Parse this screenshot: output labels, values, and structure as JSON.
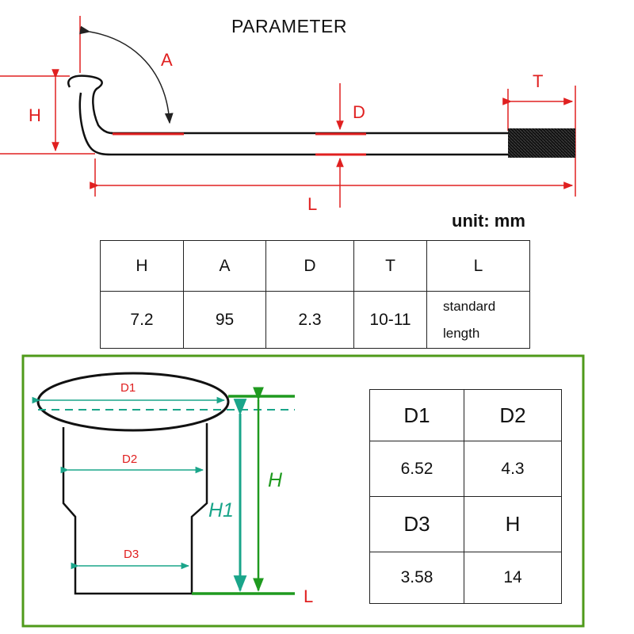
{
  "title": "PARAMETER",
  "unit_label": "unit: mm",
  "top_diagram": {
    "labels": {
      "A": "A",
      "H": "H",
      "D": "D",
      "T": "T",
      "L": "L"
    }
  },
  "spec_table": {
    "headers": [
      "H",
      "A",
      "D",
      "T",
      "L"
    ],
    "values": [
      "7.2",
      "95",
      "2.3",
      "10-11"
    ],
    "l_value_line1": "standard",
    "l_value_line2": "length"
  },
  "head_diagram": {
    "labels": {
      "D1": "D1",
      "D2": "D2",
      "D3": "D3",
      "H1": "H1",
      "H": "H",
      "L": "L"
    }
  },
  "dimension_table": {
    "row1_headers": [
      "D1",
      "D2"
    ],
    "row1_values": [
      "6.52",
      "4.3"
    ],
    "row2_headers": [
      "D3",
      "H"
    ],
    "row2_values": [
      "3.58",
      "14"
    ]
  },
  "colors": {
    "dimension_red": "#e02020",
    "frame_green": "#4f9a1a",
    "teal": "#1aa58a",
    "green": "#1f9a1f"
  }
}
